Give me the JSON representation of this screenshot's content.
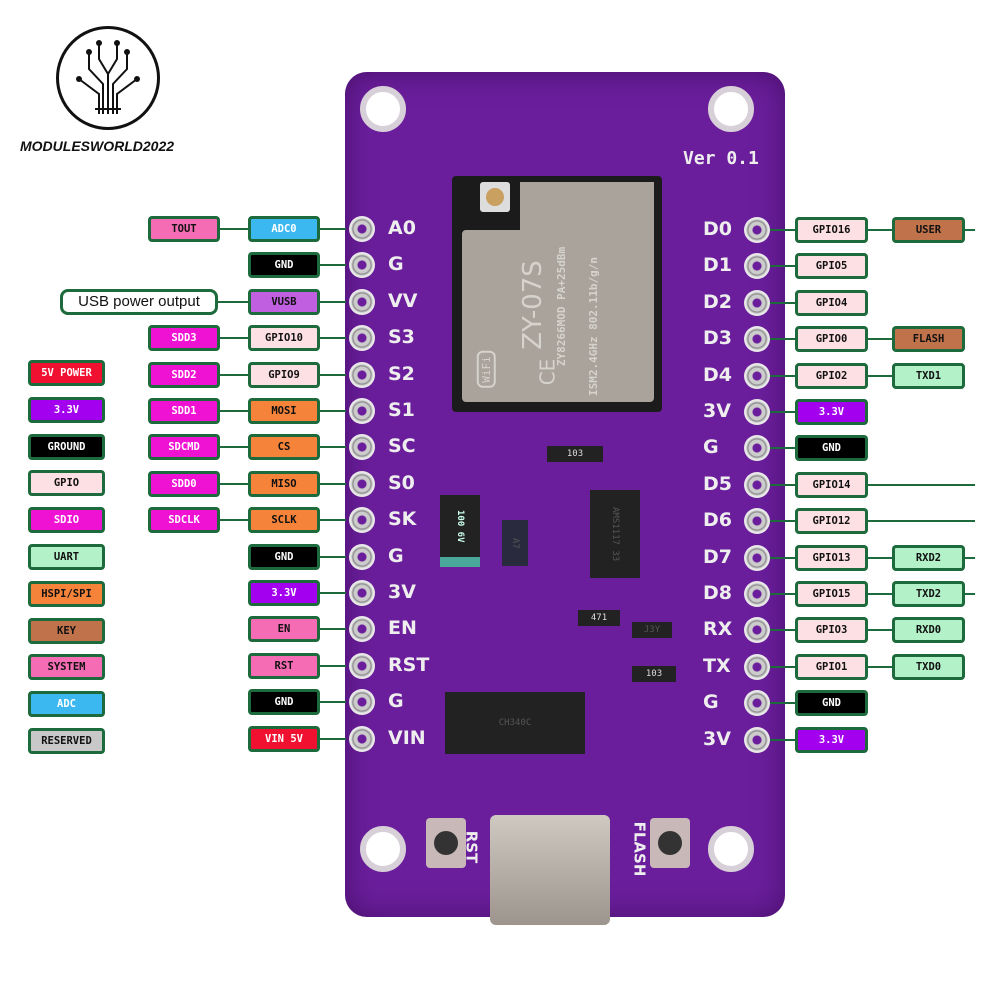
{
  "brand": {
    "name": "MODULESWORLD2022"
  },
  "colors": {
    "adc": "#3bb8f0",
    "gnd": "#000000",
    "vusb": "#c060e0",
    "gpio": "#fde0e4",
    "sdio": "#f012d2",
    "spi": "#f5843a",
    "v33": "#a300f0",
    "v5": "#f01030",
    "system": "#f56cb4",
    "uart": "#b3f2c9",
    "key": "#c0734b",
    "reserved": "#c8c8c8",
    "note": "#ffffff",
    "border": "#1d6b3c"
  },
  "board": {
    "version": "Ver 0.1",
    "module": {
      "model": "ZY-07S",
      "line1": "ZY8266MOD  PA+25dBm",
      "line2": "ISM2.4GHz  802.11b/g/n",
      "wifi": "WiFi",
      "ce": "CE"
    },
    "cap": "100 6V",
    "regulator": "AMS1117 33",
    "usb_chip": "CH340C",
    "res1": "471",
    "res2": "103",
    "transistor": "J3Y",
    "diode": "A7",
    "rst_label": "RST",
    "flash_label": "FLASH"
  },
  "left_pins": [
    {
      "silk": "A0",
      "inner": {
        "text": "ADC0",
        "c": "adc"
      },
      "outer": {
        "text": "TOUT",
        "c": "system"
      }
    },
    {
      "silk": "G",
      "inner": {
        "text": "GND",
        "c": "gnd"
      }
    },
    {
      "silk": "VV",
      "inner": {
        "text": "VUSB",
        "c": "vusb"
      },
      "outer": {
        "text": "USB power output",
        "c": "note"
      }
    },
    {
      "silk": "S3",
      "inner": {
        "text": "GPIO10",
        "c": "gpio"
      },
      "outer": {
        "text": "SDD3",
        "c": "sdio"
      }
    },
    {
      "silk": "S2",
      "inner": {
        "text": "GPIO9",
        "c": "gpio"
      },
      "outer": {
        "text": "SDD2",
        "c": "sdio"
      }
    },
    {
      "silk": "S1",
      "inner": {
        "text": "MOSI",
        "c": "spi"
      },
      "outer": {
        "text": "SDD1",
        "c": "sdio"
      }
    },
    {
      "silk": "SC",
      "inner": {
        "text": "CS",
        "c": "spi"
      },
      "outer": {
        "text": "SDCMD",
        "c": "sdio"
      }
    },
    {
      "silk": "S0",
      "inner": {
        "text": "MISO",
        "c": "spi"
      },
      "outer": {
        "text": "SDD0",
        "c": "sdio"
      }
    },
    {
      "silk": "SK",
      "inner": {
        "text": "SCLK",
        "c": "spi"
      },
      "outer": {
        "text": "SDCLK",
        "c": "sdio"
      }
    },
    {
      "silk": "G",
      "inner": {
        "text": "GND",
        "c": "gnd"
      }
    },
    {
      "silk": "3V",
      "inner": {
        "text": "3.3V",
        "c": "v33"
      }
    },
    {
      "silk": "EN",
      "inner": {
        "text": "EN",
        "c": "system"
      }
    },
    {
      "silk": "RST",
      "inner": {
        "text": "RST",
        "c": "system"
      }
    },
    {
      "silk": "G",
      "inner": {
        "text": "GND",
        "c": "gnd"
      }
    },
    {
      "silk": "VIN",
      "inner": {
        "text": "VIN 5V",
        "c": "v5"
      }
    }
  ],
  "right_pins": [
    {
      "silk": "D0",
      "inner": {
        "text": "GPIO16",
        "c": "gpio"
      },
      "outer": {
        "text": "USER",
        "c": "key"
      }
    },
    {
      "silk": "D1",
      "inner": {
        "text": "GPIO5",
        "c": "gpio"
      }
    },
    {
      "silk": "D2",
      "inner": {
        "text": "GPIO4",
        "c": "gpio"
      }
    },
    {
      "silk": "D3",
      "inner": {
        "text": "GPIO0",
        "c": "gpio"
      },
      "outer": {
        "text": "FLASH",
        "c": "key"
      }
    },
    {
      "silk": "D4",
      "inner": {
        "text": "GPIO2",
        "c": "gpio"
      },
      "outer": {
        "text": "TXD1",
        "c": "uart"
      }
    },
    {
      "silk": "3V",
      "inner": {
        "text": "3.3V",
        "c": "v33"
      }
    },
    {
      "silk": "G",
      "inner": {
        "text": "GND",
        "c": "gnd"
      }
    },
    {
      "silk": "D5",
      "inner": {
        "text": "GPIO14",
        "c": "gpio"
      },
      "longwire": true
    },
    {
      "silk": "D6",
      "inner": {
        "text": "GPIO12",
        "c": "gpio"
      },
      "longwire": true
    },
    {
      "silk": "D7",
      "inner": {
        "text": "GPIO13",
        "c": "gpio"
      },
      "outer": {
        "text": "RXD2",
        "c": "uart"
      }
    },
    {
      "silk": "D8",
      "inner": {
        "text": "GPIO15",
        "c": "gpio"
      },
      "outer": {
        "text": "TXD2",
        "c": "uart"
      }
    },
    {
      "silk": "RX",
      "inner": {
        "text": "GPIO3",
        "c": "gpio"
      },
      "outer": {
        "text": "RXD0",
        "c": "uart"
      }
    },
    {
      "silk": "TX",
      "inner": {
        "text": "GPIO1",
        "c": "gpio"
      },
      "outer": {
        "text": "TXD0",
        "c": "uart"
      }
    },
    {
      "silk": "G",
      "inner": {
        "text": "GND",
        "c": "gnd"
      }
    },
    {
      "silk": "3V",
      "inner": {
        "text": "3.3V",
        "c": "v33"
      }
    }
  ],
  "legend": [
    {
      "text": "5V POWER",
      "c": "v5"
    },
    {
      "text": "3.3V",
      "c": "v33"
    },
    {
      "text": "GROUND",
      "c": "gnd"
    },
    {
      "text": "GPIO",
      "c": "gpio"
    },
    {
      "text": "SDIO",
      "c": "sdio"
    },
    {
      "text": "UART",
      "c": "uart"
    },
    {
      "text": "HSPI/SPI",
      "c": "spi"
    },
    {
      "text": "KEY",
      "c": "key"
    },
    {
      "text": "SYSTEM",
      "c": "system"
    },
    {
      "text": "ADC",
      "c": "adc"
    },
    {
      "text": "RESERVED",
      "c": "reserved"
    }
  ]
}
